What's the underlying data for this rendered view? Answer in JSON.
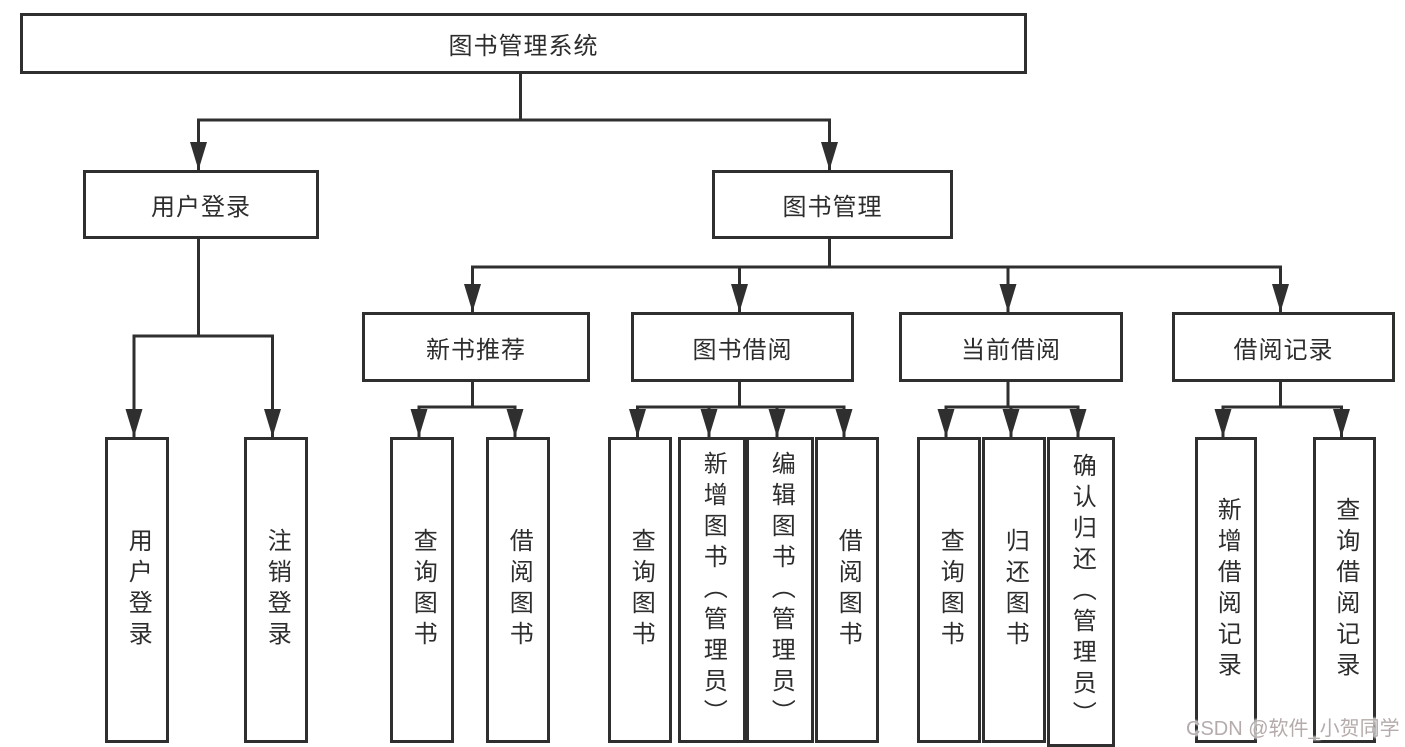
{
  "diagram": {
    "line_color": "#2f2f2f",
    "box_border_color": "#2f2f2f",
    "text_color": "#2d2d2d",
    "background_color": "#ffffff",
    "root": {
      "label": "图书管理系统",
      "children": [
        {
          "label": "用户登录",
          "children": [
            {
              "label": "用户登录"
            },
            {
              "label": "注销登录"
            }
          ]
        },
        {
          "label": "图书管理",
          "children": [
            {
              "label": "新书推荐",
              "children": [
                {
                  "label": "查询图书"
                },
                {
                  "label": "借阅图书"
                }
              ]
            },
            {
              "label": "图书借阅",
              "children": [
                {
                  "label": "查询图书"
                },
                {
                  "label": "新增图书（管理员）"
                },
                {
                  "label": "编辑图书（管理员）"
                },
                {
                  "label": "借阅图书"
                }
              ]
            },
            {
              "label": "当前借阅",
              "children": [
                {
                  "label": "查询图书"
                },
                {
                  "label": "归还图书"
                },
                {
                  "label": "确认归还（管理员）"
                }
              ]
            },
            {
              "label": "借阅记录",
              "children": [
                {
                  "label": "新增借阅记录"
                },
                {
                  "label": "查询借阅记录"
                }
              ]
            }
          ]
        }
      ]
    }
  },
  "watermark": {
    "text": "CSDN @软件_小贺同学",
    "color": "#b5abab"
  }
}
